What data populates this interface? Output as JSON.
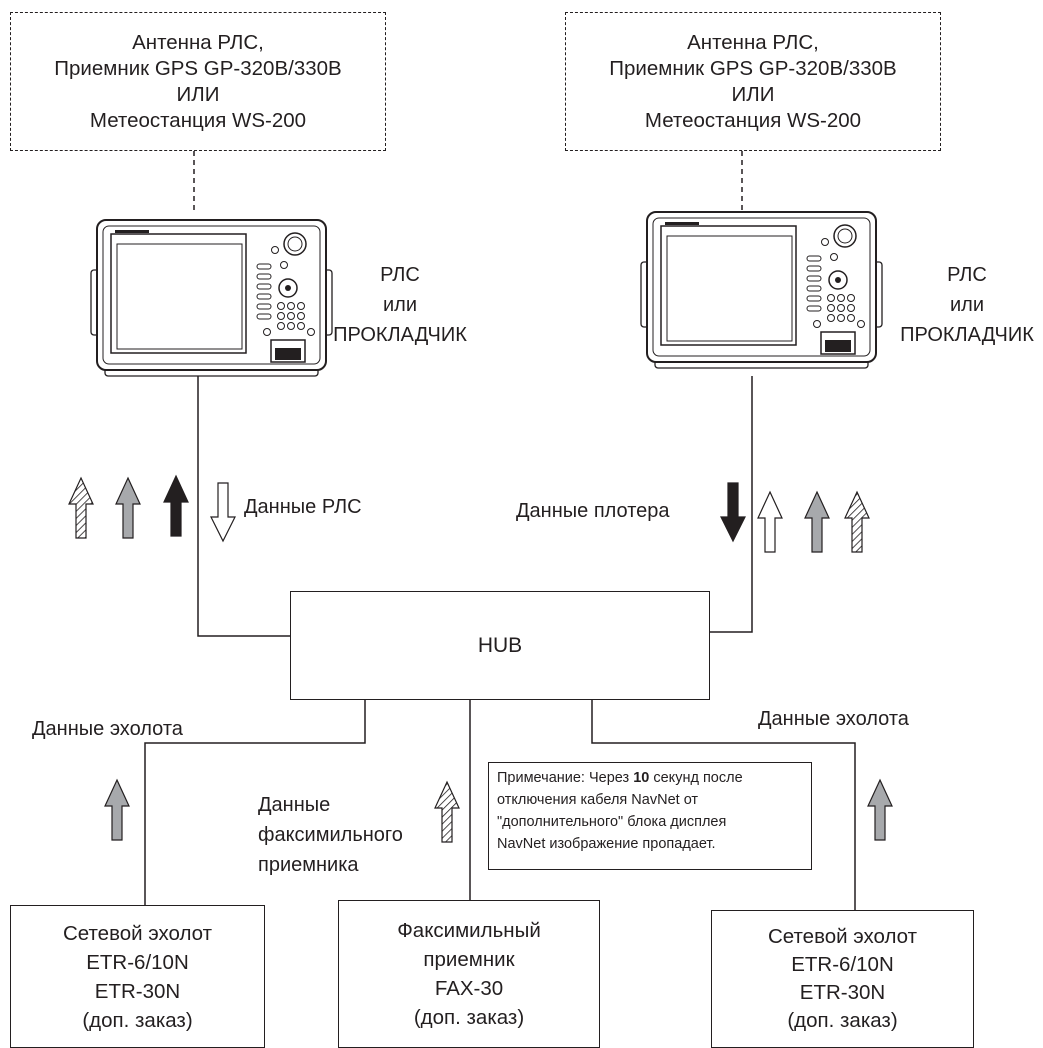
{
  "source_boxes": [
    {
      "lines": [
        "Антенна РЛС,",
        "Приемник GPS GP-320B/330B",
        "ИЛИ",
        "Метеостанция WS-200"
      ]
    },
    {
      "lines": [
        "Антенна РЛС,",
        "Приемник GPS GP-320B/330B",
        "ИЛИ",
        "Метеостанция WS-200"
      ]
    }
  ],
  "display_labels": [
    {
      "lines": [
        "РЛС",
        "или",
        "ПРОКЛАДЧИК"
      ]
    },
    {
      "lines": [
        "РЛС",
        "или",
        "ПРОКЛАДЧИК"
      ]
    }
  ],
  "hub": {
    "label": "HUB"
  },
  "flow_labels": {
    "radar_data": "Данные РЛС",
    "plotter_data": "Данные плотера",
    "sounder_data_left": "Данные эхолота",
    "sounder_data_right": "Данные эхолота",
    "fax_data": [
      "Данные",
      "факсимильного",
      "приемника"
    ]
  },
  "note": {
    "prefix": "Примечание: Через ",
    "seconds": "10",
    "line1_suffix": " секунд после",
    "line2": "отключения кабеля NavNet от",
    "line3": "\"дополнительного\" блока дисплея",
    "line4": "NavNet изображение пропадает."
  },
  "bottom_boxes": [
    {
      "lines": [
        "Сетевой эхолот",
        "ETR-6/10N",
        "ETR-30N",
        "(доп. заказ)"
      ]
    },
    {
      "lines": [
        "Факсимильный",
        "приемник",
        "FAX-30",
        "(доп. заказ)"
      ]
    },
    {
      "lines": [
        "Сетевой эхолот",
        "ETR-6/10N",
        "ETR-30N",
        "(доп. заказ)"
      ]
    }
  ],
  "colors": {
    "line": "#231f20",
    "gray_arrow": "#a7a9ac",
    "black_arrow": "#231f20"
  }
}
